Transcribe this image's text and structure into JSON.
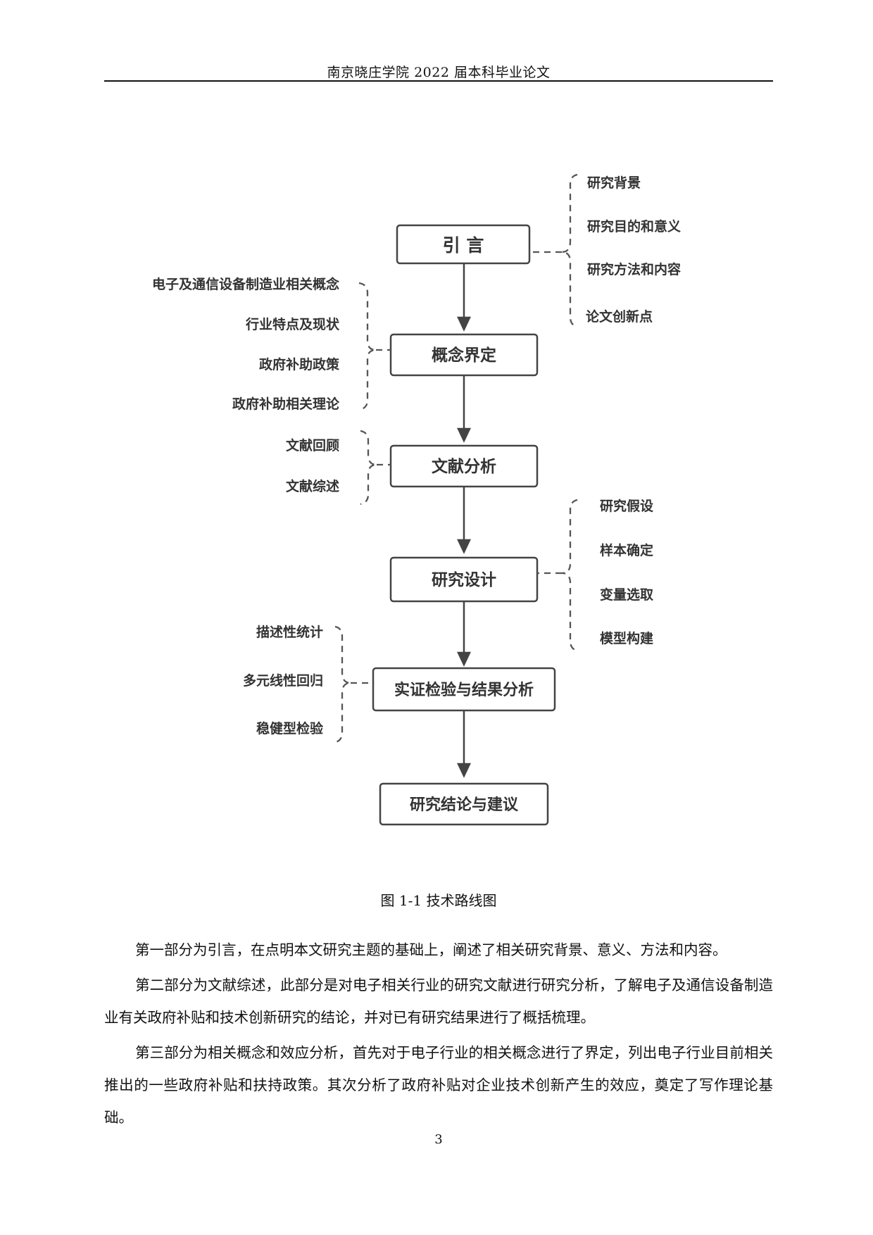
{
  "header": {
    "title": "南京晓庄学院 2022 届本科毕业论文"
  },
  "figure": {
    "caption": "图 1-1  技术路线图",
    "steps": [
      {
        "label": "引  言"
      },
      {
        "label": "概念界定"
      },
      {
        "label": "文献分析"
      },
      {
        "label": "研究设计"
      },
      {
        "label": "实证检验与结果分析"
      },
      {
        "label": "研究结论与建议"
      }
    ],
    "annotations": {
      "intro": [
        "研究背景",
        "研究目的和意义",
        "研究方法和内容",
        "论文创新点"
      ],
      "concepts": [
        "电子及通信设备制造业相关概念",
        "行业特点及现状",
        "政府补助政策",
        "政府补助相关理论"
      ],
      "literature": [
        "文献回顾",
        "文献综述"
      ],
      "design": [
        "研究假设",
        "样本确定",
        "变量选取",
        "模型构建"
      ],
      "empirical": [
        "描述性统计",
        "多元线性回归",
        "稳健型检验"
      ]
    }
  },
  "body": {
    "paragraphs": [
      "第一部分为引言，在点明本文研究主题的基础上，阐述了相关研究背景、意义、方法和内容。",
      "第二部分为文献综述，此部分是对电子相关行业的研究文献进行研究分析，了解电子及通信设备制造业有关政府补贴和技术创新研究的结论，并对已有研究结果进行了概括梳理。",
      "第三部分为相关概念和效应分析，首先对于电子行业的相关概念进行了界定，列出电子行业目前相关推出的一些政府补贴和扶持政策。其次分析了政府补贴对企业技术创新产生的效应，奠定了写作理论基础。"
    ]
  },
  "footer": {
    "page_number": "3"
  }
}
